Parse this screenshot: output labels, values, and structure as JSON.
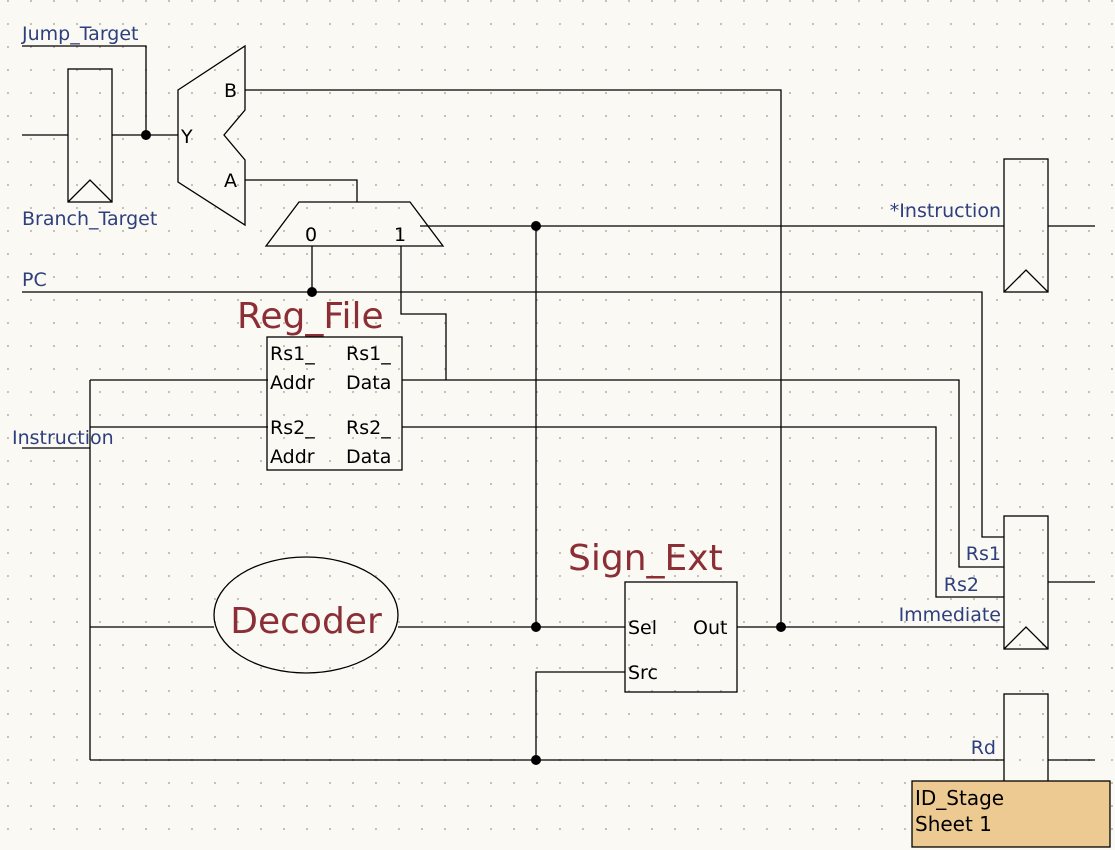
{
  "labels": {
    "jump_target": "Jump_Target",
    "branch_target": "Branch_Target",
    "pc": "PC",
    "instruction_in": "Instruction",
    "instruction_out": "*Instruction",
    "rs1_out": "Rs1",
    "rs2_out": "Rs2",
    "immediate_out": "Immediate",
    "rd_out": "Rd"
  },
  "mux_top": {
    "b": "B",
    "a": "A",
    "y": "Y"
  },
  "mux_small": {
    "in0": "0",
    "in1": "1"
  },
  "reg_file": {
    "title": "Reg_File",
    "rs1_addr_l1": "Rs1_",
    "rs1_addr_l2": "Addr",
    "rs1_data_l1": "Rs1_",
    "rs1_data_l2": "Data",
    "rs2_addr_l1": "Rs2_",
    "rs2_addr_l2": "Addr",
    "rs2_data_l1": "Rs2_",
    "rs2_data_l2": "Data"
  },
  "decoder": {
    "title": "Decoder"
  },
  "sign_ext": {
    "title": "Sign_Ext",
    "sel": "Sel",
    "out": "Out",
    "src": "Src"
  },
  "title_block": {
    "line1": "ID_Stage",
    "line2": "Sheet 1"
  },
  "colors": {
    "background": "#fbf9f4",
    "grid_dot": "#c2bcb0",
    "wire": "#000000",
    "signal_label": "#2e3f7d",
    "block_title": "#8b2e35",
    "title_block_fill": "#ecca91"
  }
}
